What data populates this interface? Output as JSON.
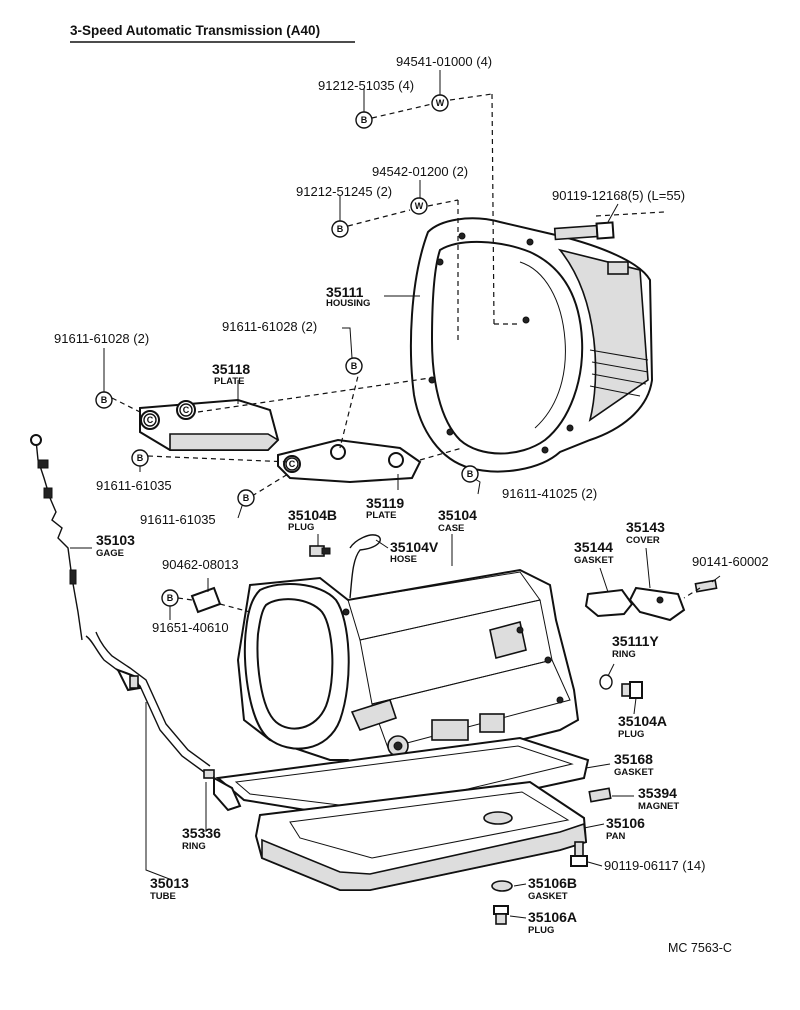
{
  "title": "3-Speed Automatic Transmission (A40)",
  "diagram_code": "MC 7563-C",
  "symbols": {
    "bolt": "B",
    "washer": "W",
    "clip": "C"
  },
  "callouts": {
    "p94541": "94541-01000 (4)",
    "p91212a": "91212-51035 (4)",
    "p94542": "94542-01200 (2)",
    "p91212b": "91212-51245 (2)",
    "p90119a": "90119-12168(5) (L=55)",
    "p35111": {
      "number": "35111",
      "name": "HOUSING"
    },
    "p91611a": "91611-61028 (2)",
    "p91611b": "91611-61028 (2)",
    "p35118": {
      "number": "35118",
      "name": "PLATE"
    },
    "p91611c": "91611-61035",
    "p91611d": "91611-61035",
    "p35119": {
      "number": "35119",
      "name": "PLATE"
    },
    "p91611e": "91611-41025 (2)",
    "p35103": {
      "number": "35103",
      "name": "GAGE"
    },
    "p35104B": {
      "number": "35104B",
      "name": "PLUG"
    },
    "p35104": {
      "number": "35104",
      "name": "CASE"
    },
    "p35104V": {
      "number": "35104V",
      "name": "HOSE"
    },
    "p90462": "90462-08013",
    "p91651": "91651-40610",
    "p35144": {
      "number": "35144",
      "name": "GASKET"
    },
    "p35143": {
      "number": "35143",
      "name": "COVER"
    },
    "p90141": "90141-60002",
    "p35111Y": {
      "number": "35111Y",
      "name": "RING"
    },
    "p35104A": {
      "number": "35104A",
      "name": "PLUG"
    },
    "p35168": {
      "number": "35168",
      "name": "GASKET"
    },
    "p35394": {
      "number": "35394",
      "name": "MAGNET"
    },
    "p35106": {
      "number": "35106",
      "name": "PAN"
    },
    "p90119b": "90119-06117 (14)",
    "p35336": {
      "number": "35336",
      "name": "RING"
    },
    "p35013": {
      "number": "35013",
      "name": "TUBE"
    },
    "p35106B": {
      "number": "35106B",
      "name": "GASKET"
    },
    "p35106A": {
      "number": "35106A",
      "name": "PLUG"
    }
  }
}
